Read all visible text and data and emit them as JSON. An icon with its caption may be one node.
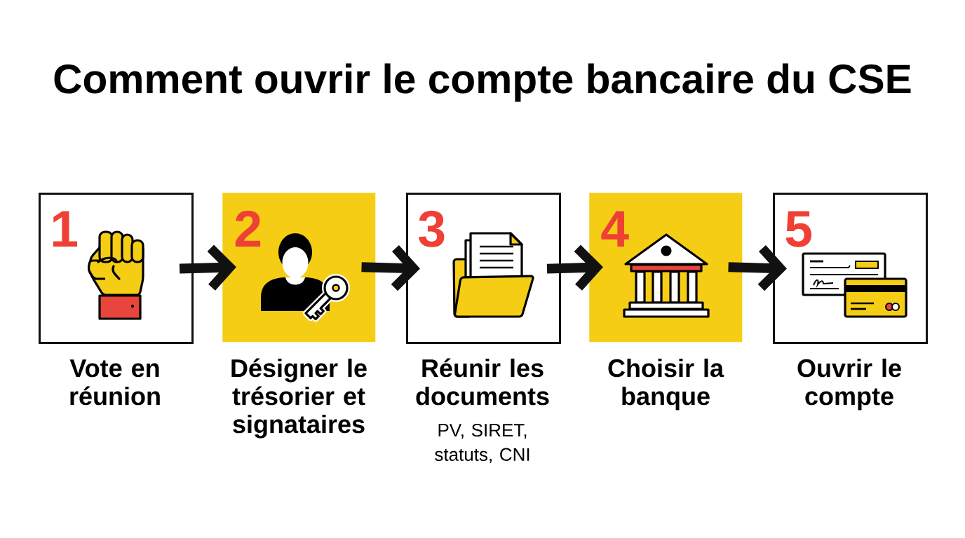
{
  "diagram": {
    "title": "Comment ouvrir le compte bancaire du CSE",
    "nodes": [
      {
        "text": [
          "1",
          "Vote en réunion"
        ]
      },
      {
        "text": [
          "2",
          "Désigner le trésorier et signataires"
        ]
      },
      {
        "text": [
          "3",
          "Réunir les documents",
          "PV, SIRET, statuts, CNI"
        ]
      },
      {
        "text": [
          "4",
          "Choisir la banque"
        ]
      },
      {
        "text": [
          "5",
          "Ouvrir le compte"
        ]
      }
    ],
    "edges": [
      {
        "from": 0,
        "to": 1,
        "arrow": "to"
      },
      {
        "from": 1,
        "to": 2,
        "arrow": "to"
      },
      {
        "from": 2,
        "to": 3,
        "arrow": "to"
      },
      {
        "from": 3,
        "to": 4,
        "arrow": "to"
      }
    ]
  }
}
